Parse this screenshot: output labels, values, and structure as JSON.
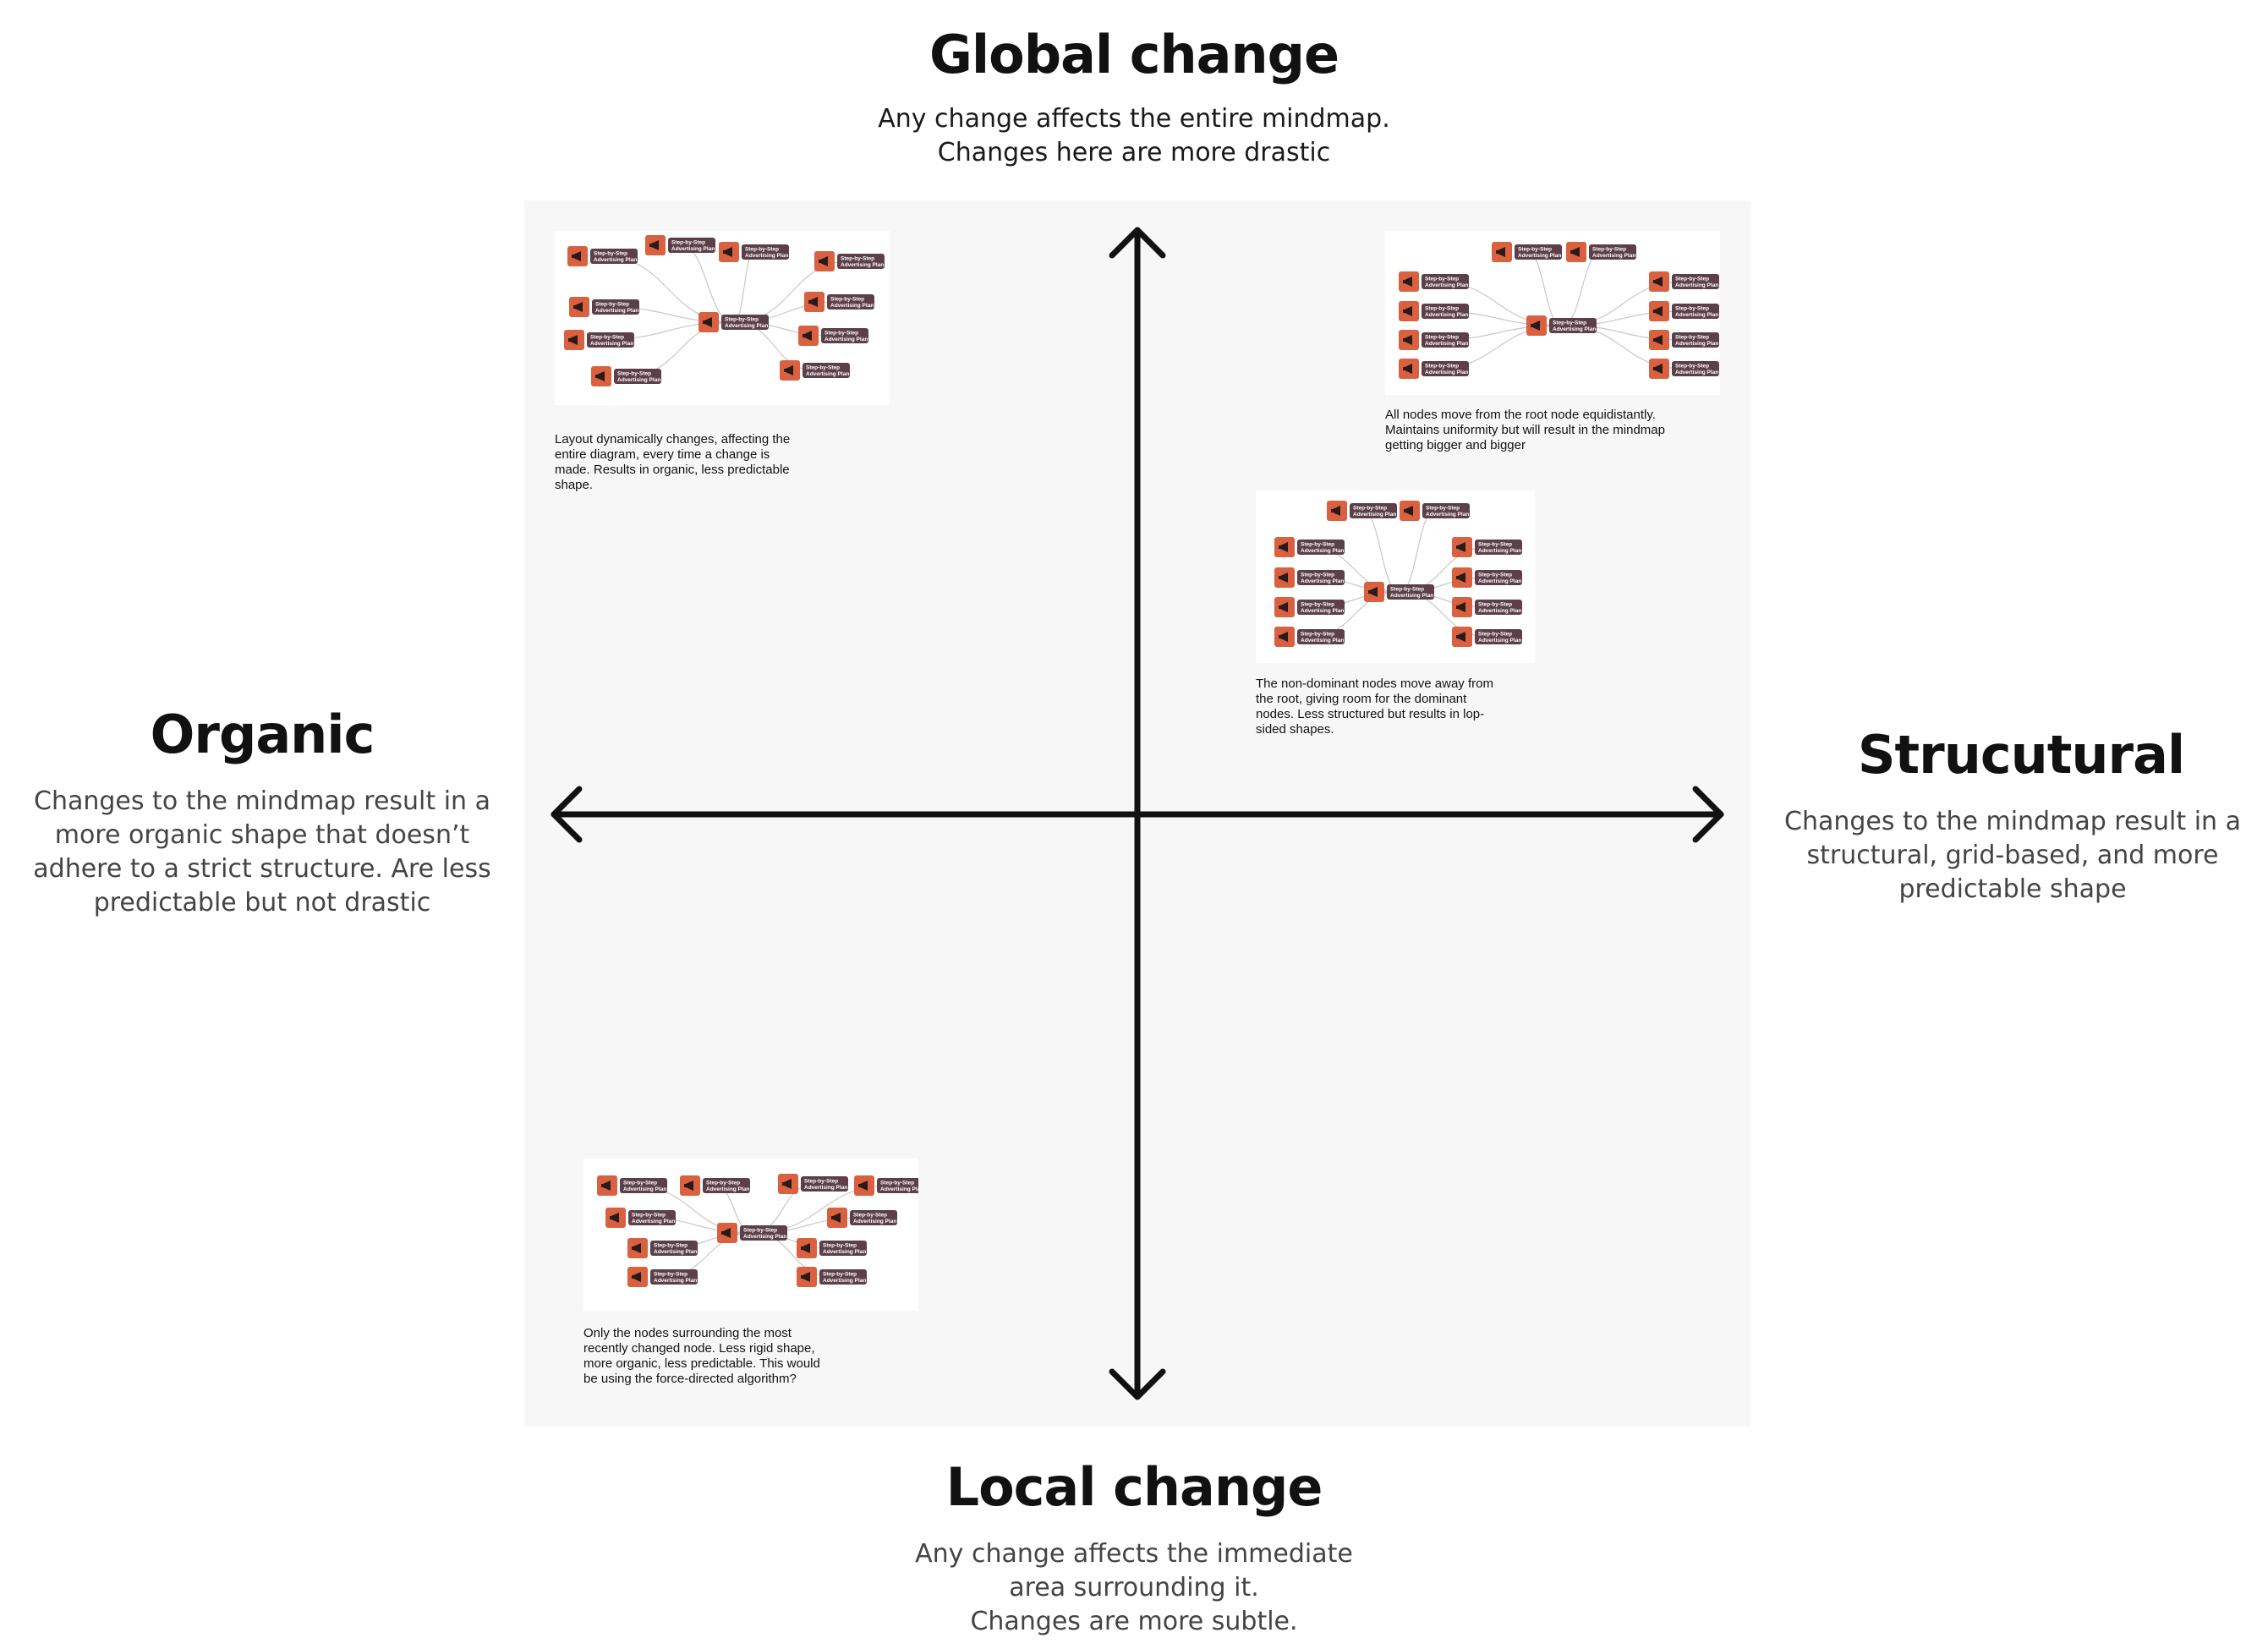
{
  "axes": {
    "top": {
      "title": "Global change",
      "description": [
        "Any change affects the entire mindmap.",
        "Changes here are more drastic"
      ]
    },
    "bottom": {
      "title": "Local change",
      "description": [
        "Any change affects the immediate",
        "area surrounding it.",
        "Changes are more subtle."
      ]
    },
    "left": {
      "title": "Organic",
      "description": [
        "Changes to the mindmap result in a",
        "more organic shape that doesn’t",
        "adhere to a strict structure. Are less",
        "predictable but not drastic"
      ]
    },
    "right": {
      "title": "Strucutural",
      "description": [
        "Changes to the mindmap result in a",
        "structural, grid-based, and more",
        "predictable shape"
      ]
    }
  },
  "node_label": [
    "Step-by-Step",
    "Advertising Plan"
  ],
  "colors": {
    "panel": "#f7f7f8",
    "axis": "#111111",
    "node_icon": "#d9613f",
    "node_label_bg": "#5c3f49",
    "connector": "#c8c8cc"
  },
  "icons": {
    "node": "megaphone-icon",
    "axis_end": "arrowhead-icon"
  },
  "examples": [
    {
      "id": "organic-global",
      "caption": [
        "Layout dynamically changes, affecting the",
        "entire diagram, every time a change is",
        "made. Results in organic, less predictable",
        "shape."
      ]
    },
    {
      "id": "structural-global",
      "caption": [
        "All nodes move from the root node equidistantly.",
        "Maintains uniformity but will result in the mindmap",
        "getting bigger and bigger"
      ]
    },
    {
      "id": "semi-structural",
      "caption": [
        "The non-dominant nodes move away from",
        "the root, giving room for the dominant",
        "nodes. Less structured but results in lop-",
        "sided shapes."
      ]
    },
    {
      "id": "local-organic",
      "caption": [
        "Only the nodes surrounding the most",
        "recently changed node. Less rigid shape,",
        "more organic, less predictable. This would",
        "be using the force-directed algorithm?"
      ]
    }
  ]
}
